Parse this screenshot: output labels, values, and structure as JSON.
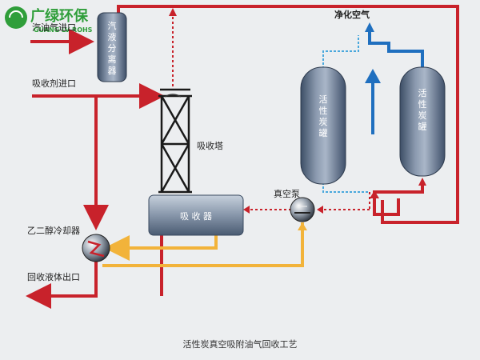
{
  "logo": {
    "text": "广绿环保",
    "subtext": "GUANG LV ROHS",
    "color": "#2f9e3a"
  },
  "labels": {
    "feed_inlet": "汽油气进口",
    "absorbent_inlet": "吸收剂进口",
    "absorber_tower": "吸收塔",
    "clean_air": "净化空气",
    "vacuum_pump": "真空泵",
    "glycol_cooler": "乙二醇冷却器",
    "recovered_liquid_outlet": "回收液体出口",
    "caption": "活性炭真空吸附油气回收工艺"
  },
  "vessels": {
    "separator": [
      "汽",
      "液",
      "分",
      "离",
      "器"
    ],
    "tank_left": [
      "活",
      "性",
      "炭",
      "罐"
    ],
    "tank_right": [
      "活",
      "性",
      "炭",
      "罐"
    ],
    "absorber": "吸 收 器"
  },
  "colors": {
    "hot_line": "#c8222b",
    "return_line": "#f2b33a",
    "clean_line": "#1f6fbf",
    "dotted_line": "#4aa8dc",
    "vessel": "#667890"
  }
}
